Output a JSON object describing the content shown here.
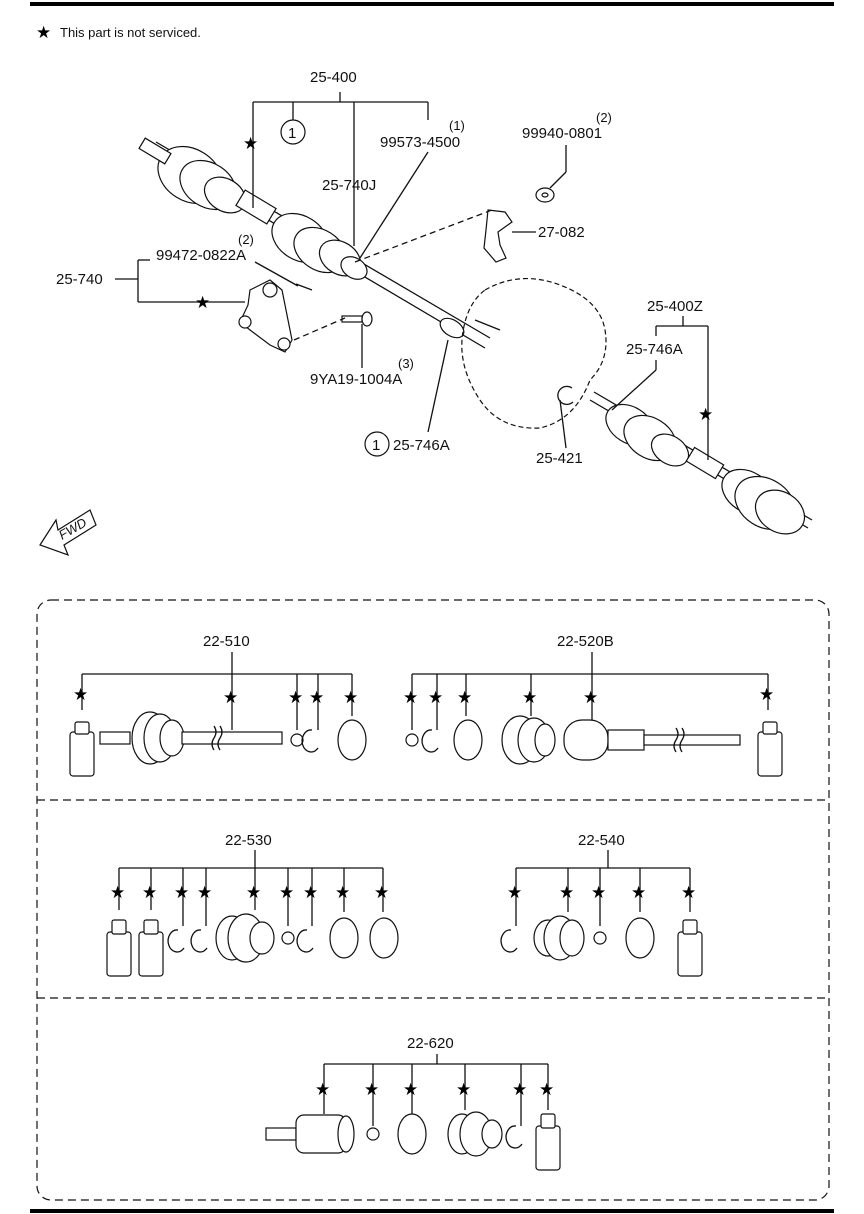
{
  "note": "This part is not serviced.",
  "star_glyph": "★",
  "labels": {
    "assy_front": "25-400",
    "circle_one": "1",
    "bolt_a_qty": "(1)",
    "bolt_a": "99573-4500",
    "washer_qty": "(2)",
    "washer": "99940-0801",
    "joint_j": "25-740J",
    "bracket_clip": "27-082",
    "bolt_b_qty": "(2)",
    "bolt_b": "99472-0822A",
    "bearing_support": "25-740",
    "bolt_c_qty": "(3)",
    "bolt_c": "9YA19-1004A",
    "oil_seal": "25-746A",
    "snap_ring": "25-421",
    "assy_rear": "25-400Z",
    "oil_seal_rear": "25-746A",
    "fwd": "FWD"
  },
  "kits": {
    "k510": "22-510",
    "k520b": "22-520B",
    "k530": "22-530",
    "k540": "22-540",
    "k620": "22-620"
  },
  "colors": {
    "ink": "#111111",
    "background": "#ffffff"
  }
}
